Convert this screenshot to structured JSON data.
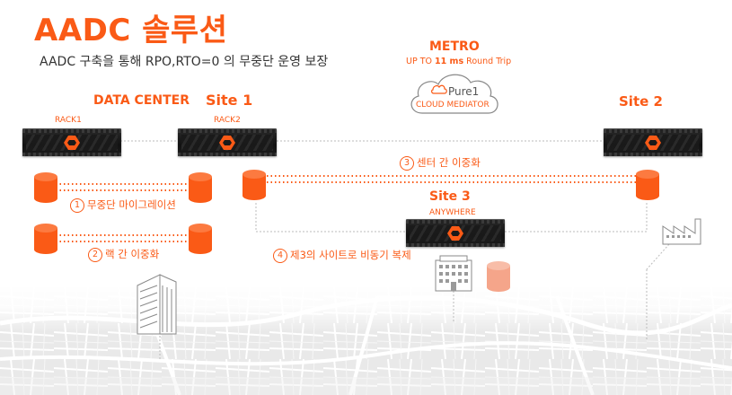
{
  "title": "AADC 솔루션",
  "subtitle": "AADC 구축을 통해 RPO,RTO=0 의 무중단 운영 보장",
  "metro": {
    "label": "METRO",
    "round_trip_prefix": "UP TO",
    "round_trip_value": "11 ms",
    "round_trip_suffix": "Round Trip",
    "cloud_brand": "Pure1",
    "cloud_text": "CLOUD MEDIATOR"
  },
  "data_center": "DATA CENTER",
  "site1": "Site 1",
  "site2": "Site 2",
  "site3": "Site 3",
  "rack1": "RACK1",
  "rack2": "RACK2",
  "anywhere": "ANYWHERE",
  "features": [
    {
      "num": "1",
      "text": "무중단 마이그레이션"
    },
    {
      "num": "2",
      "text": "랙 간 이중화"
    },
    {
      "num": "3",
      "text": "센터 간 이중화"
    },
    {
      "num": "4",
      "text": "제3의 사이트로 비동기 복제"
    }
  ],
  "colors": {
    "accent": "#fa5a16",
    "storage_light": "#f5a58a",
    "dark": "#1a1a1a"
  }
}
